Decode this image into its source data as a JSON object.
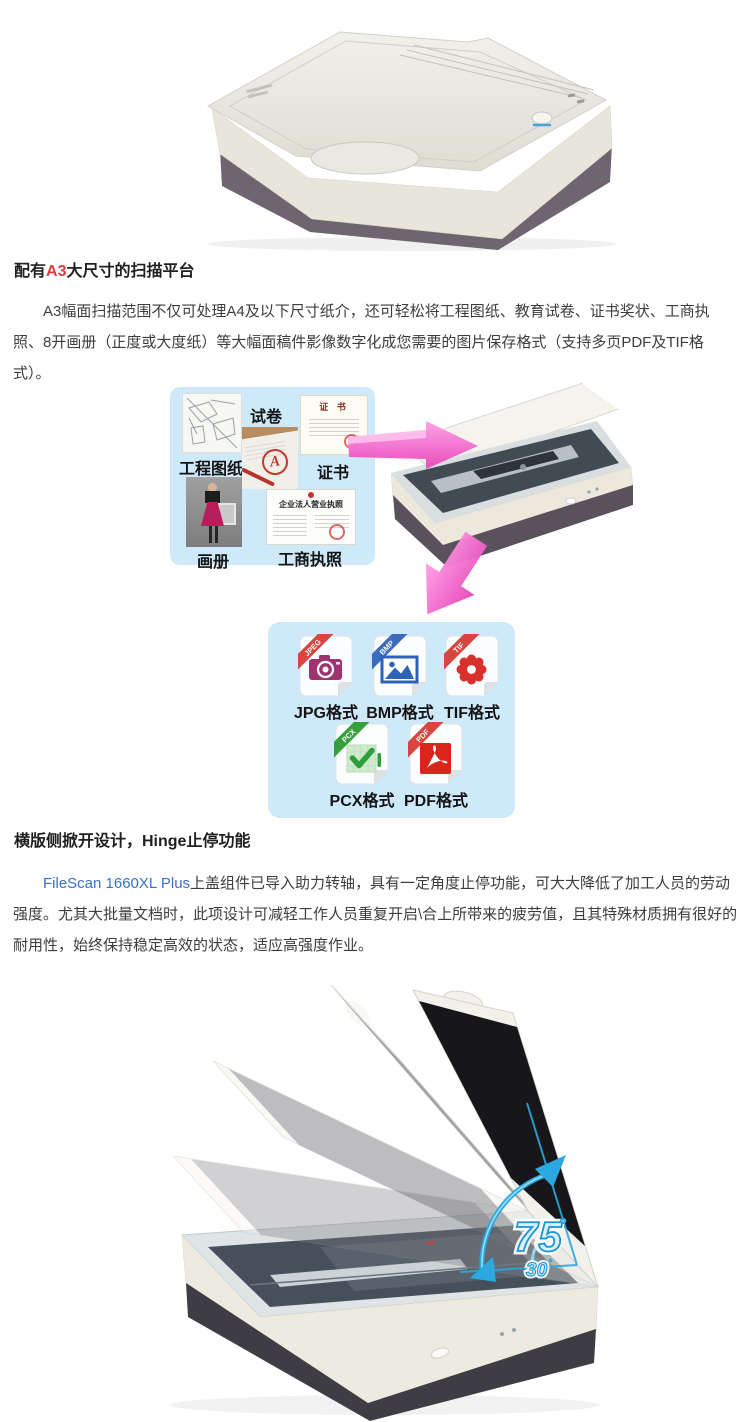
{
  "colors": {
    "accent_red": "#e3393a",
    "brand_blue": "#3a72c4",
    "panel_blue": "#cde9fa",
    "arrow_pink": "#ee54c3",
    "arc_blue": "#2196d6"
  },
  "section_a3": {
    "heading_prefix": "配有",
    "heading_accent": "A3",
    "heading_suffix": "大尺寸的扫描平台",
    "paragraph": "A3幅面扫描范围不仅可处理A4及以下尺寸纸介，还可轻松将工程图纸、教育试卷、证书奖状、工商执照、8开画册（正度或大度纸）等大幅面稿件影像数字化成您需要的图片保存格式（支持多页PDF及TIF格式）。"
  },
  "collage": {
    "labels": {
      "blueprint": "工程图纸",
      "exam": "试卷",
      "certificate": "证书",
      "album": "画册",
      "license": "工商执照"
    },
    "certificate_doc_title": "证 书",
    "license_doc_title": "企业法人营业执照",
    "exam_grade": "A"
  },
  "formats": {
    "items": [
      {
        "label": "JPG格式",
        "ribbon": "JPEG",
        "icon": "camera-icon",
        "icon_color": "#9d3471",
        "ribbon_color": "#d8453f"
      },
      {
        "label": "BMP格式",
        "ribbon": "BMP",
        "icon": "image-icon",
        "icon_color": "#2d62b8",
        "ribbon_color": "#3a6bbf"
      },
      {
        "label": "TIF格式",
        "ribbon": "TIF",
        "icon": "gear-icon",
        "icon_color": "#d9302c",
        "ribbon_color": "#d8453f"
      },
      {
        "label": "PCX格式",
        "ribbon": "PCX",
        "icon": "checkmark-icon",
        "icon_color": "#2f9e38",
        "ribbon_color": "#33a03c"
      },
      {
        "label": "PDF格式",
        "ribbon": "PDF",
        "icon": "adobe-pdf-icon",
        "icon_color": "#da251c",
        "ribbon_color": "#d8453f"
      }
    ]
  },
  "section_hinge": {
    "heading": "横版侧掀开设计，Hinge止停功能",
    "paragraph_brand": "FileScan 1660XL Plus",
    "paragraph_rest": "上盖组件已导入助力转轴，具有一定角度止停功能，可大大降低了加工人员的劳动强度。尤其大批量文档时，此项设计可减轻工作人员重复开启\\合上所带来的疲劳值，且其特殊材质拥有很好的耐用性，始终保持稳定高效的状态，适应高强度作业。"
  },
  "hinge_figure": {
    "angle_large": "75",
    "angle_small": "30",
    "degree": "°"
  }
}
